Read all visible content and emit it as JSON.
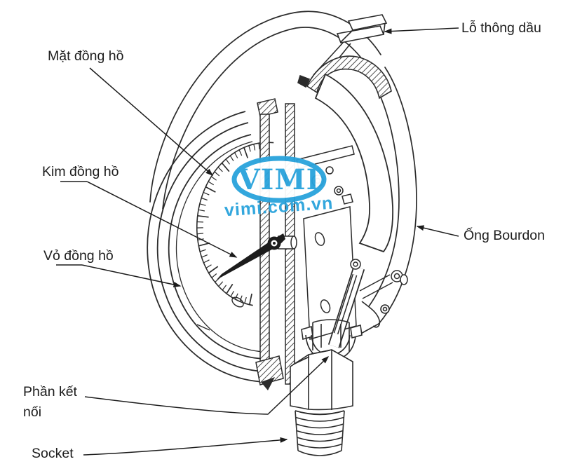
{
  "figure": {
    "type": "technical-cutaway-diagram",
    "subject": "Bourdon tube pressure gauge cross-section",
    "ink_color": "#2b2b2b",
    "background_color": "#ffffff"
  },
  "watermark": {
    "brand": "VIMI",
    "website": "vimi.com.vn",
    "color": "#29a3dc"
  },
  "labels": {
    "oil_vent": "Lỗ thông dầu",
    "dial_face": "Mặt đồng hồ",
    "pointer": "Kim đồng hồ",
    "case": "Vỏ đồng hồ",
    "bourdon_tube": "Ống Bourdon",
    "connection": "Phần kết nối",
    "socket": "Socket"
  }
}
